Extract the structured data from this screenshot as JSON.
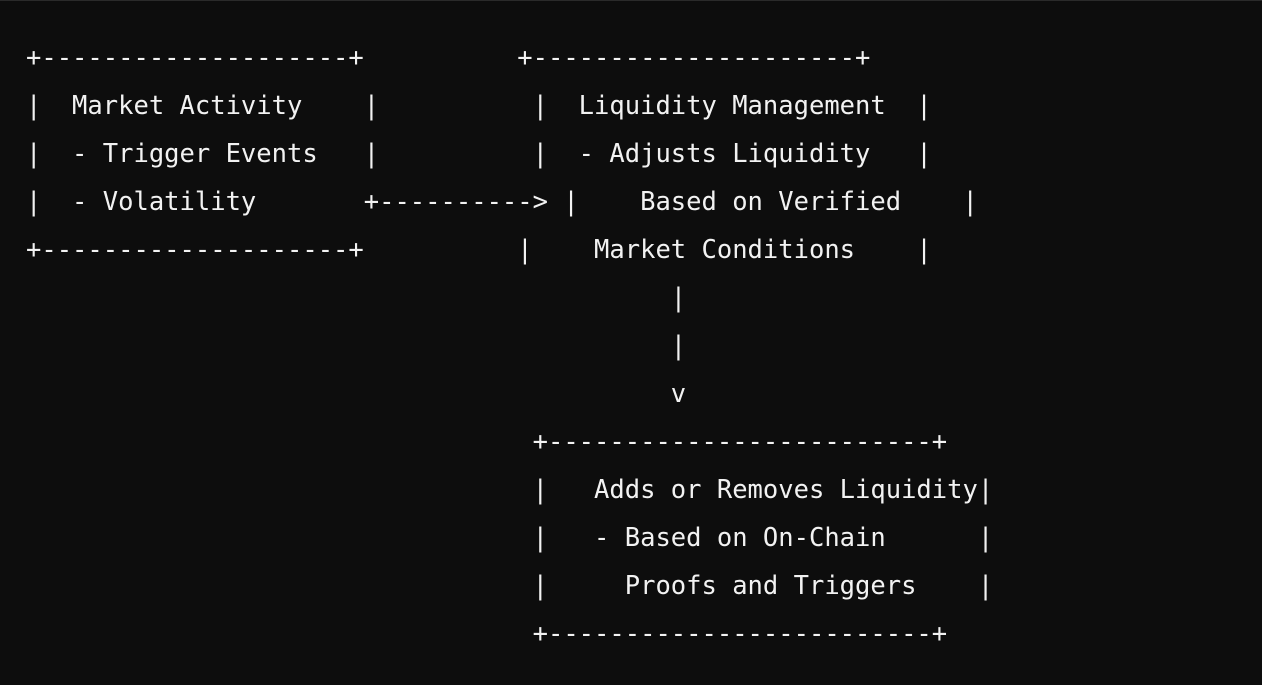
{
  "diagram": {
    "lines": [
      "+--------------------+          +---------------------+",
      "|  Market Activity    |          |  Liquidity Management  |",
      "|  - Trigger Events   |          |  - Adjusts Liquidity   |",
      "|  - Volatility       +----------> |    Based on Verified    |",
      "+--------------------+          |    Market Conditions    |",
      "                                          |",
      "                                          |",
      "                                          v",
      "                                 +-------------------------+",
      "                                 |   Adds or Removes Liquidity|",
      "                                 |   - Based on On-Chain      |",
      "                                 |     Proofs and Triggers    |",
      "                                 +-------------------------+"
    ],
    "nodes": [
      {
        "title": "Market Activity",
        "items": [
          "- Trigger Events",
          "- Volatility"
        ]
      },
      {
        "title": "Liquidity Management",
        "items": [
          "- Adjusts Liquidity",
          "Based on Verified",
          "Market Conditions"
        ]
      },
      {
        "title": "Adds or Removes Liquidity",
        "items": [
          "- Based on On-Chain",
          "Proofs and Triggers"
        ]
      }
    ],
    "edges": [
      {
        "from": "Market Activity",
        "to": "Liquidity Management"
      },
      {
        "from": "Liquidity Management",
        "to": "Adds or Removes Liquidity"
      }
    ]
  }
}
